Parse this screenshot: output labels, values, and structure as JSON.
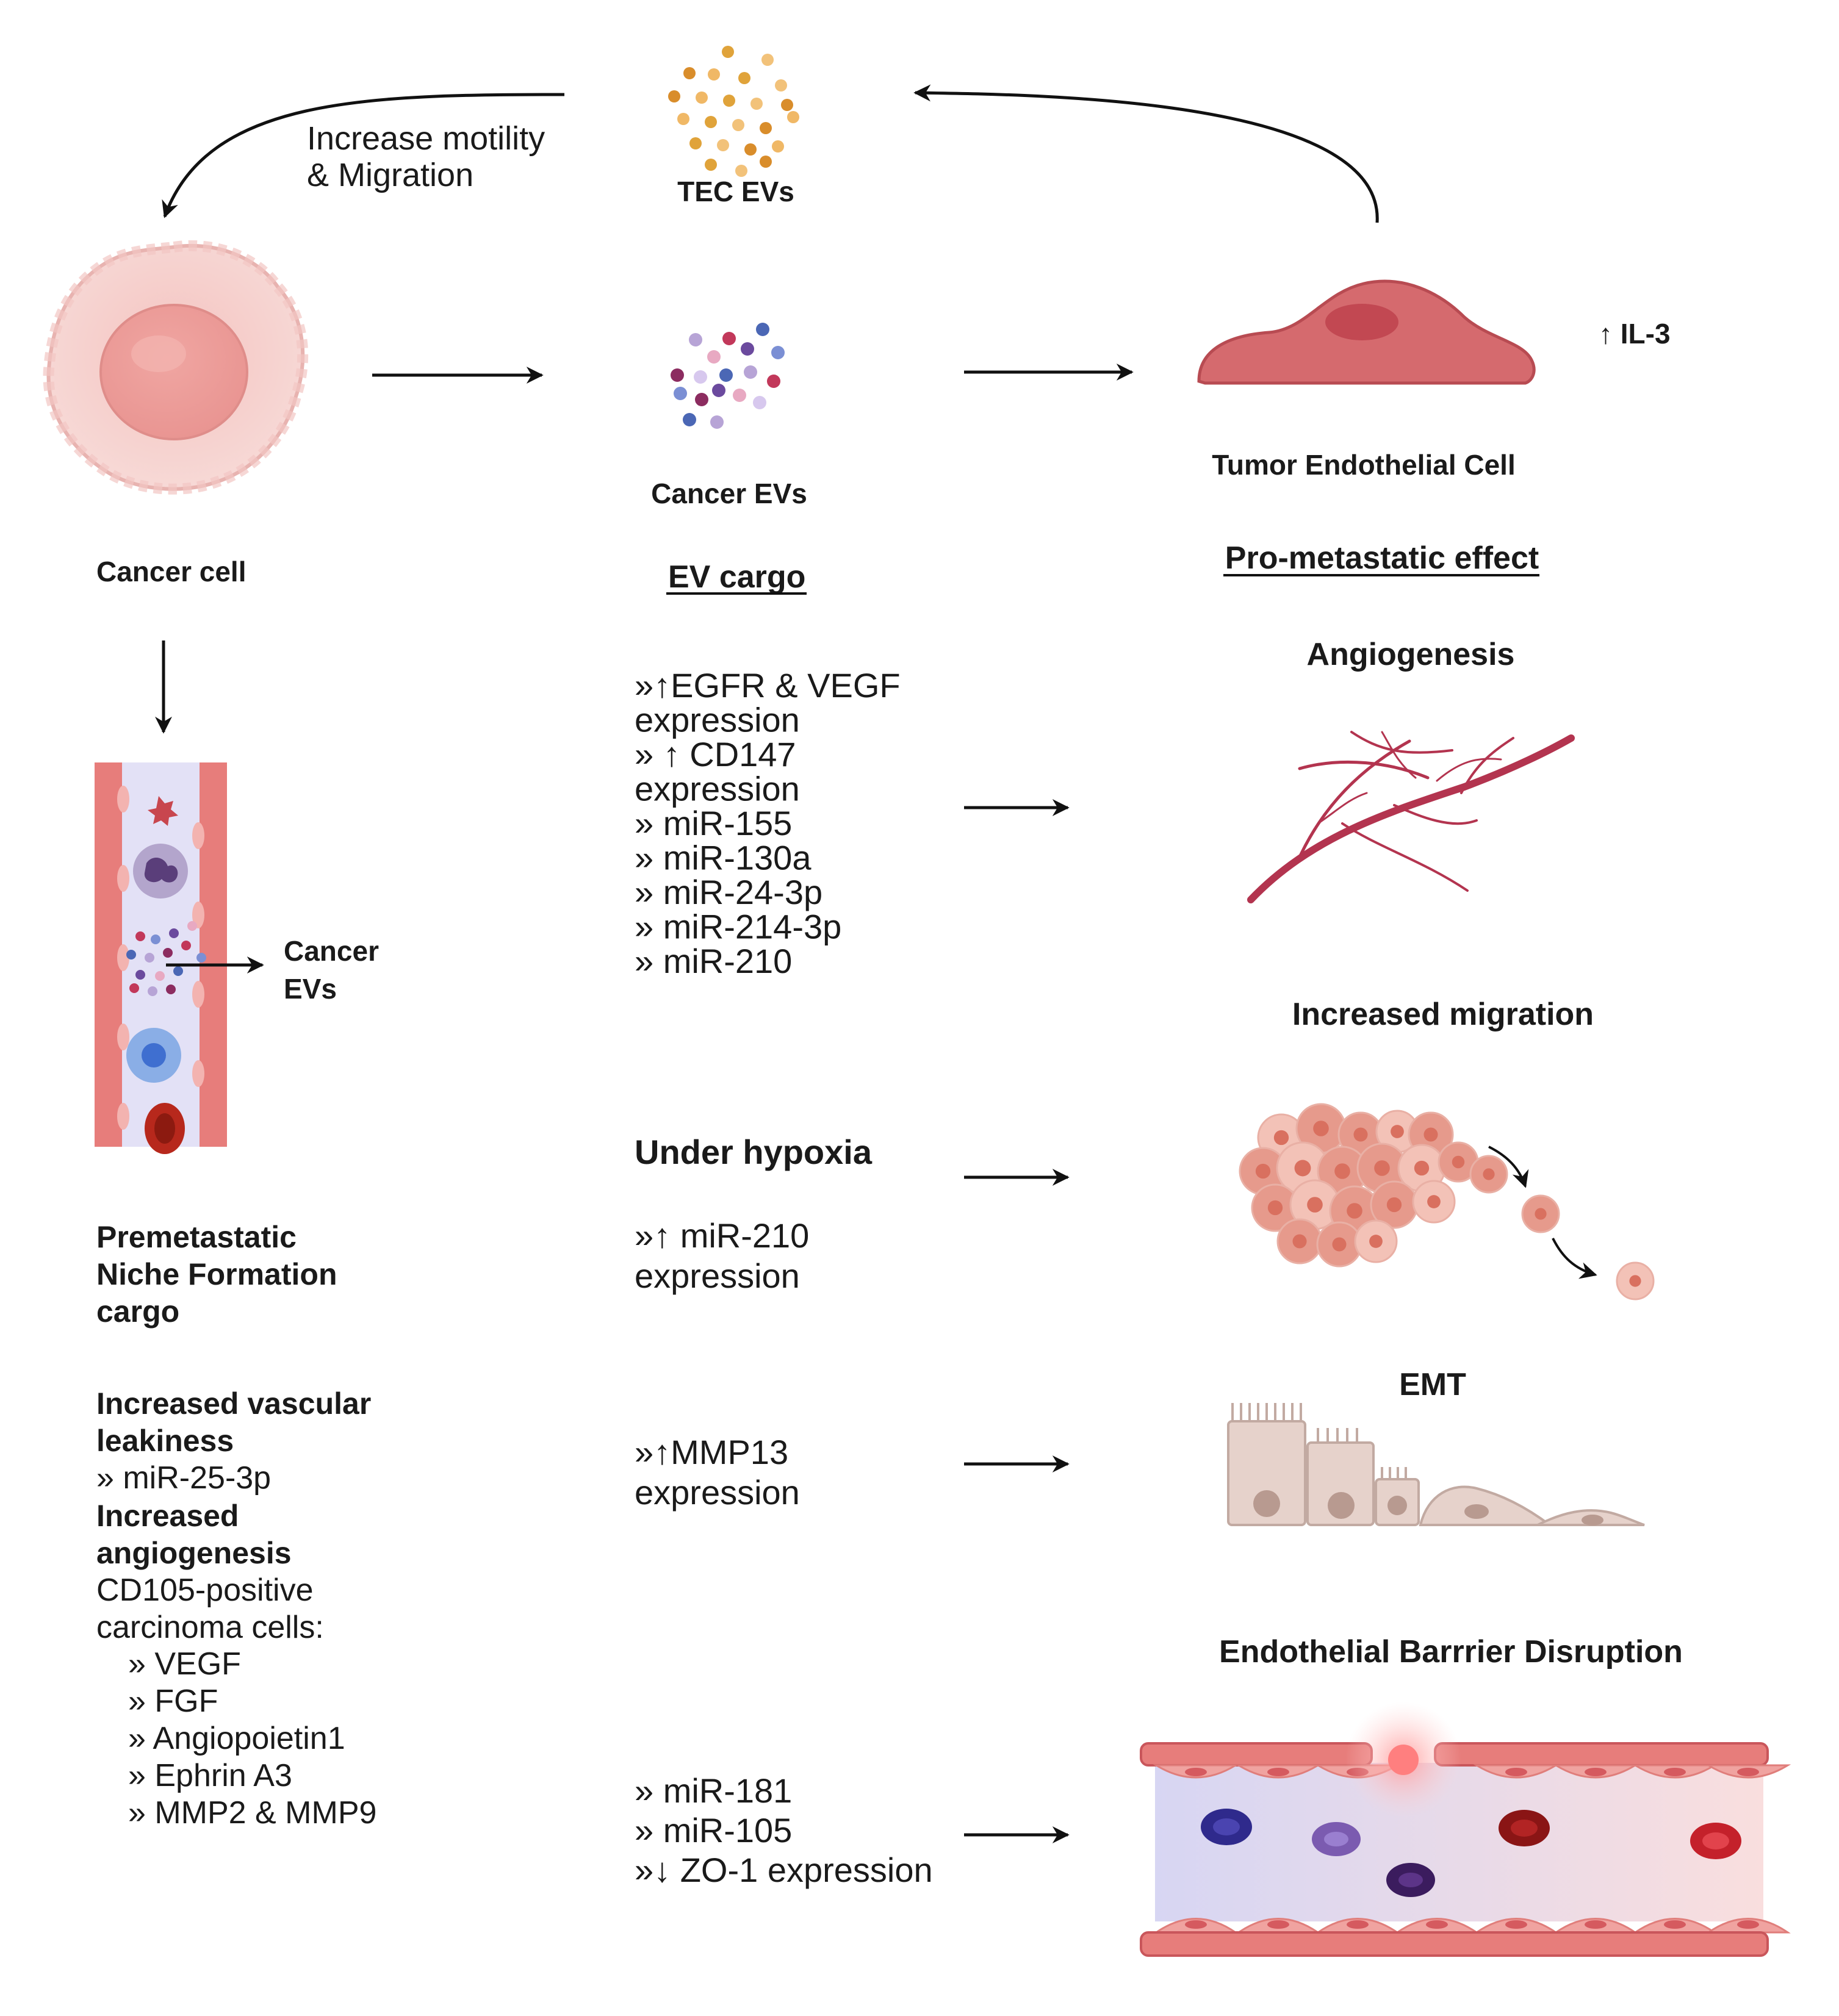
{
  "top": {
    "tec_evs_label": "TEC  EVs",
    "motility_line1": "Increase motility",
    "motility_line2": "& Migration",
    "cancer_evs_label": "Cancer EVs",
    "tumor_endothelial_label": "Tumor Endothelial Cell",
    "il3_label": "↑ IL-3",
    "cancer_cell_label": "Cancer cell"
  },
  "vessel": {
    "cancer_evs_line1": "Cancer",
    "cancer_evs_line2": "EVs"
  },
  "ev_cargo": {
    "heading": "EV cargo",
    "lines": [
      "»↑EGFR & VEGF",
      "expression",
      "» ↑ CD147",
      "expression",
      "» miR-155",
      "» miR-130a",
      "» miR-24-3p",
      "» miR-214-3p",
      "» miR-210"
    ],
    "hypoxia_heading": "Under hypoxia",
    "hypoxia_lines": [
      "»↑ miR-210",
      "expression"
    ],
    "mmp13_lines": [
      "»↑MMP13",
      "expression"
    ],
    "barrier_lines": [
      "» miR-181",
      "» miR-105",
      "»↓ ZO-1 expression"
    ]
  },
  "left_column": {
    "premetastatic_lines": [
      "Premetastatic",
      "Niche Formation",
      "cargo"
    ],
    "leakiness_lines": [
      "Increased vascular",
      "leakiness"
    ],
    "leakiness_item": "» miR-25-3p",
    "angiogenesis_lines": [
      "Increased",
      "angiogenesis"
    ],
    "cd105_lines": [
      "CD105-positive",
      "carcinoma cells:"
    ],
    "factors": [
      "» VEGF",
      "» FGF",
      "» Angiopoietin1",
      "» Ephrin A3",
      "» MMP2 & MMP9"
    ]
  },
  "effects": {
    "heading": "Pro-metastatic effect",
    "angiogenesis": "Angiogenesis",
    "migration": "Increased migration",
    "emt": "EMT",
    "barrier": "Endothelial Barrrier Disruption"
  },
  "colors": {
    "tec_dots": "#e0a33a",
    "endothelial": "#d86a6f",
    "vessel_red": "#e77d7b",
    "vessel_lumen": "#dcdaf2",
    "angio_vessel": "#b3344f",
    "tumor_cells": "#e69a8c",
    "emt_cells": "#e6d2cb"
  }
}
